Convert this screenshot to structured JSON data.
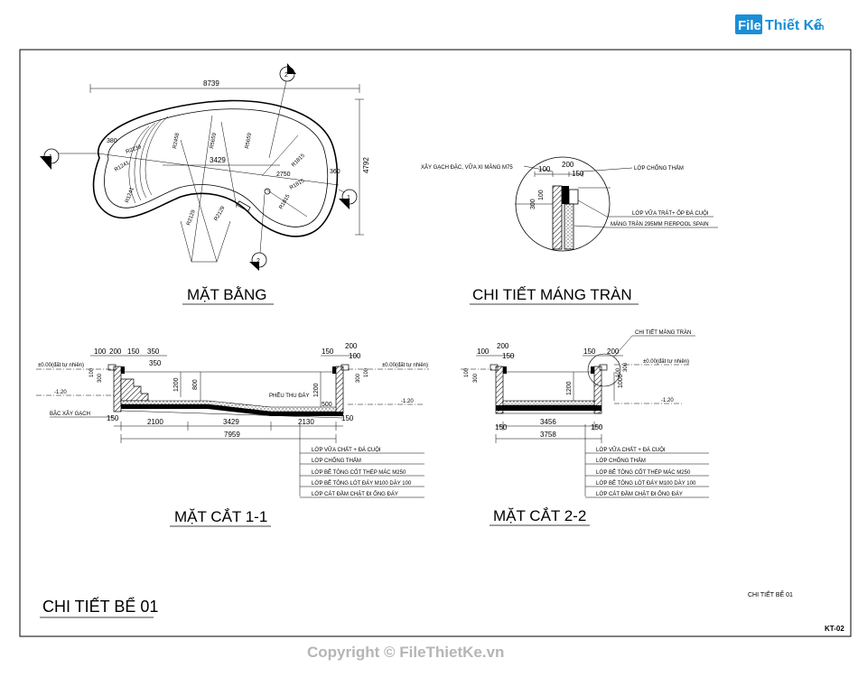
{
  "logo": {
    "box": "File",
    "text": "Thiết Kế",
    "suffix": ".vn",
    "color": "#1a8fd6"
  },
  "sheet": {
    "title": "CHI TIẾT BỂ 01",
    "caption": "CHI TIẾT BỂ 01",
    "sheet_no": "KT-02"
  },
  "plan": {
    "title": "MẶT BẰNG",
    "dim_overall": "8739",
    "dim_inner": "3429",
    "dim_height": "4792",
    "dim_left": "380",
    "dim_right": "360",
    "dim_small": "2750",
    "section_marks": [
      "1",
      "1",
      "2",
      "2"
    ],
    "radii": [
      "R2239",
      "R1241",
      "R1241",
      "R2458",
      "R5659",
      "R5659",
      "R1815",
      "R1815",
      "R1815",
      "R2129",
      "R2129"
    ]
  },
  "gutter": {
    "title": "CHI TIẾT MÁNG TRÀN",
    "note_top": "XÂY GẠCH ĐẶC, VỮA XI MĂNG M75",
    "note_waterproof": "LỚP CHỐNG THẤM",
    "note_plaster": "LỚP VỮA TRÁT+ ỐP ĐÁ CUỘI",
    "note_gutter": "MÁNG TRÀN 295MM FIERPOOL SPAIN",
    "dims": [
      "100",
      "200",
      "150",
      "300",
      "100"
    ]
  },
  "section1": {
    "title": "MẶT CẮT 1-1",
    "level_top": "±0.00(đất tự nhiên)",
    "level_top_right": "±0.00(đất tự nhiên)",
    "level_bottom": "-1.20",
    "level_bottom_right": "-1.20",
    "top_dims": [
      "100",
      "200",
      "150",
      "350",
      "350"
    ],
    "right_top_dims": [
      "150",
      "200",
      "100"
    ],
    "left_vert_dims": [
      "100",
      "300"
    ],
    "right_vert_dims": [
      "300",
      "100"
    ],
    "inner_dims": [
      "1200",
      "800",
      "500",
      "1200"
    ],
    "step_note": "BẬC XÂY GẠCH",
    "drain_note": "PHỄU THU ĐÁY",
    "bottom_dims": [
      "150",
      "2100",
      "3429",
      "2130",
      "150"
    ],
    "total": "7959",
    "layers": [
      "LỚP VỮA CHẤT + ĐÁ CUỘI",
      "LỚP CHỐNG THẤM",
      "LỚP BÊ TÔNG CỐT THÉP MÁC M250",
      "LỚP BÊ TÔNG LÓT ĐÁY  M100 DÀY 100",
      "LỚP CÁT ĐẦM CHẶT ĐI ỐNG ĐÁY"
    ]
  },
  "section2": {
    "title": "MẶT CẮT 2-2",
    "gutter_ref": "CHI TIẾT MÁNG TRÀN",
    "level_top": "±0.00(đất tự nhiên)",
    "level_bottom": "-1.20",
    "top_dims": [
      "100",
      "200",
      "150"
    ],
    "right_top_dims": [
      "150",
      "200"
    ],
    "left_vert_dims": [
      "100",
      "300"
    ],
    "right_vert_dims": [
      "100",
      "300"
    ],
    "inner_dims": [
      "1200",
      "1000"
    ],
    "bottom_dims": [
      "150",
      "3456",
      "150"
    ],
    "total": "3758",
    "layers": [
      "LỚP VỮA CHẤT + ĐÁ CUỘI",
      "LỚP CHỐNG THẤM",
      "LỚP BÊ TÔNG CỐT THÉP MÁC M250",
      "LỚP BÊ TÔNG LÓT ĐÁY  M100 DÀY 100",
      "LỚP CÁT ĐẦM CHẶT ĐI ỐNG ĐÁY"
    ]
  },
  "watermark": "Copyright © FileThietKe.vn"
}
